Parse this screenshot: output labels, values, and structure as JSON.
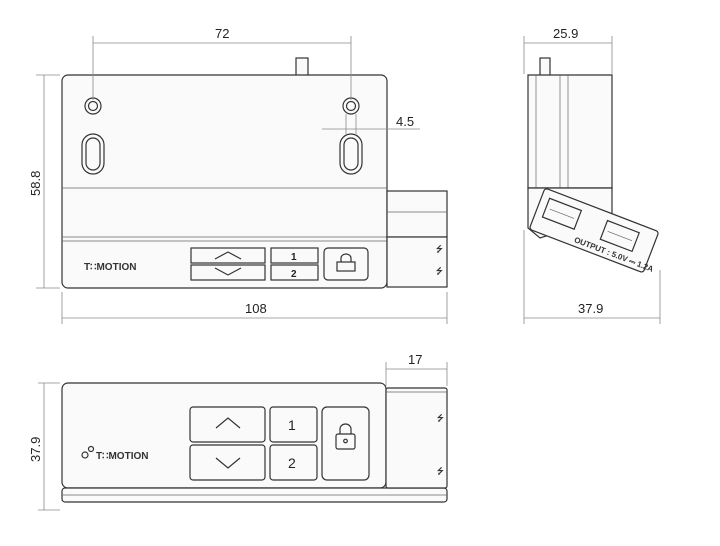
{
  "dimensions": {
    "hole_spacing": "72",
    "hole_offset": "4.5",
    "height": "58.8",
    "width": "108",
    "side_width_top": "25.9",
    "side_width_bottom": "37.9",
    "connector_length": "17",
    "bottom_height": "37.9"
  },
  "buttons": {
    "one": "1",
    "two": "2"
  },
  "brand": {
    "logo_text": "T∷MOTION"
  },
  "labels": {
    "output": "OUTPUT : 5.0V ⎓ 1.2A"
  },
  "colors": {
    "line": "#333333",
    "dimension": "#8a8a8a"
  }
}
